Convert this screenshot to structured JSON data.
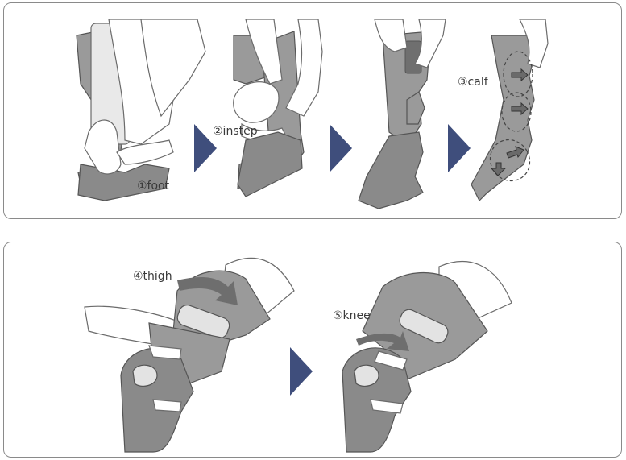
{
  "steps": {
    "foot": "①foot",
    "instep": "②instep",
    "calf": "③calf",
    "thigh": "④thigh",
    "knee": "⑤knee"
  },
  "colors": {
    "step_arrow": "#3f4e7c",
    "cuff": "#9a9a9a",
    "panel_border": "#8a8a8a"
  }
}
